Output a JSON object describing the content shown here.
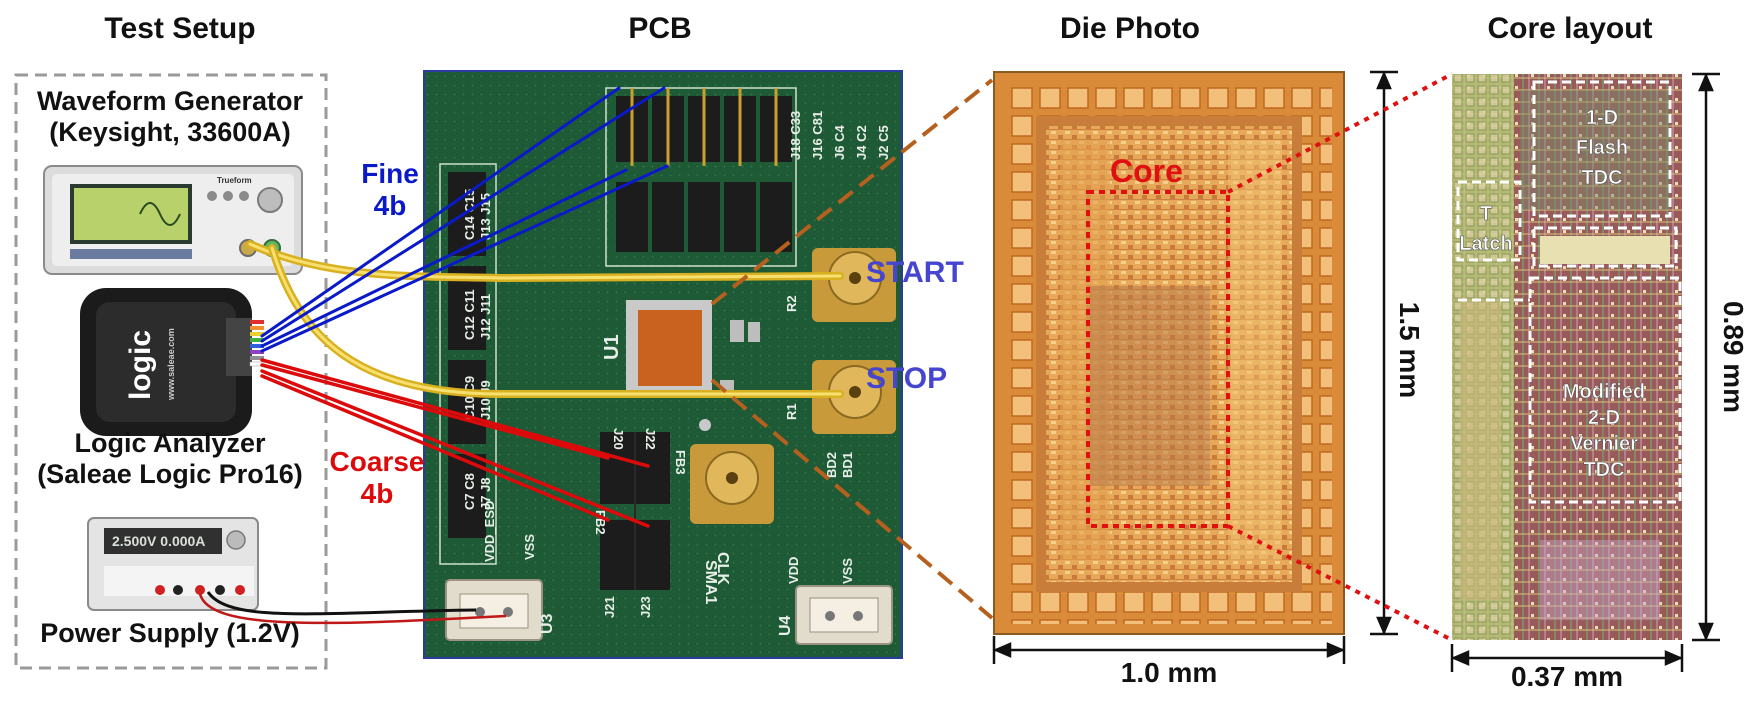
{
  "headings": {
    "test_setup": "Test Setup",
    "pcb": "PCB",
    "die_photo": "Die Photo",
    "core_layout": "Core layout"
  },
  "test_setup": {
    "waveform_line1": "Waveform Generator",
    "waveform_line2": "(Keysight, 33600A)",
    "logic_line1": "Logic Analyzer",
    "logic_line2": "(Saleae Logic Pro16)",
    "power": "Power Supply (1.2V)",
    "wavegen_screen": "Trueform",
    "logic_brand": "logic",
    "logic_url": "www.saleae.com",
    "psu_display": "2.500V  0.000A"
  },
  "pcb": {
    "fine_l1": "Fine",
    "fine_l2": "4b",
    "coarse_l1": "Coarse",
    "coarse_l2": "4b",
    "start": "START",
    "stop": "STOP",
    "chip_ref": "U1",
    "conn_u3": "U3",
    "conn_u4": "U4",
    "sma1": "SMA1",
    "clk": "CLK",
    "silk_top": [
      "J18 C33",
      "J16 C81",
      "J6 C4",
      "J4 C2",
      "J2 C5"
    ],
    "silk_left": [
      "C14 C15",
      "J13 J15",
      "C12 C11",
      "J12 J11",
      "C10 C9",
      "J10 J9",
      "C7 C8",
      "J7 J8"
    ],
    "silk_mid": [
      "J20",
      "J22",
      "FB2",
      "FB3",
      "J21",
      "J23"
    ],
    "silk_misc": [
      "R2",
      "R1",
      "BD2",
      "BD1",
      "VDD_ESD",
      "VSS",
      "VDD",
      "VSS"
    ]
  },
  "die": {
    "core_label": "Core",
    "height_dim": "1.5 mm",
    "width_dim": "1.0 mm"
  },
  "core": {
    "flash_l1": "1-D",
    "flash_l2": "Flash",
    "flash_l3": "TDC",
    "latch_l1": "T",
    "latch_l2": "Latch",
    "vernier_l1": "Modified",
    "vernier_l2": "2-D",
    "vernier_l3": "Vernier",
    "vernier_l4": "TDC",
    "height_dim": "0.89 mm",
    "width_dim": "0.37 mm"
  },
  "colors": {
    "fine_wire": "#0a1ac8",
    "coarse_wire": "#dc0a0a",
    "port_label": "#4545d0",
    "core_box": "#e01010",
    "pcb_green": "#1f5a36",
    "die_gold": "#e3a24d",
    "leader_brown": "#b5601e"
  }
}
